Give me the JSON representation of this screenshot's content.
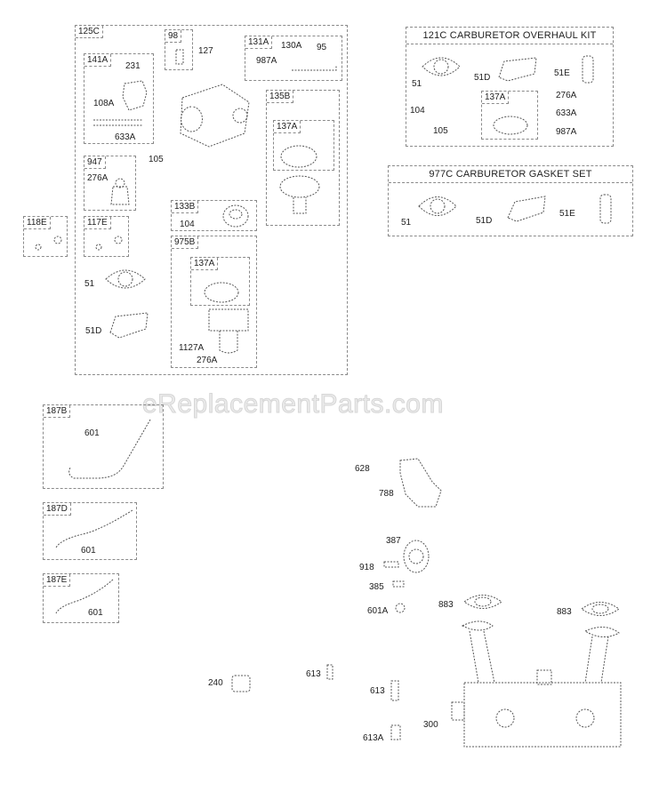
{
  "watermark": "eReplacementParts.com",
  "groups": {
    "g125C": {
      "tag": "125C"
    },
    "g141A": {
      "tag": "141A",
      "labels": [
        "231",
        "108A",
        "633A"
      ]
    },
    "g98": {
      "tag": "98"
    },
    "g131A": {
      "tag": "131A",
      "labels": [
        "130A",
        "95",
        "987A"
      ]
    },
    "g135B": {
      "tag": "135B"
    },
    "g137A_135B": {
      "tag": "137A"
    },
    "g947": {
      "tag": "947",
      "labels": [
        "276A"
      ]
    },
    "g117E": {
      "tag": "117E"
    },
    "g118E": {
      "tag": "118E"
    },
    "g133B": {
      "tag": "133B",
      "labels": [
        "104"
      ]
    },
    "g975B": {
      "tag": "975B",
      "labels": [
        "1127A",
        "276A"
      ]
    },
    "g137A_975B": {
      "tag": "137A"
    },
    "g125C_loose": {
      "labels": [
        "127",
        "105",
        "51",
        "51D"
      ]
    },
    "g121C": {
      "title": "121C CARBURETOR OVERHAUL KIT",
      "labels": [
        "51",
        "51D",
        "51E",
        "104",
        "105",
        "276A",
        "633A",
        "987A"
      ]
    },
    "g137A_121C": {
      "tag": "137A"
    },
    "g977C": {
      "title": "977C CARBURETOR GASKET SET",
      "labels": [
        "51",
        "51D",
        "51E"
      ]
    },
    "g187B": {
      "tag": "187B",
      "labels": [
        "601"
      ]
    },
    "g187D": {
      "tag": "187D",
      "labels": [
        "601"
      ]
    },
    "g187E": {
      "tag": "187E",
      "labels": [
        "601"
      ]
    }
  },
  "loose_parts": {
    "p628": "628",
    "p788": "788",
    "p387": "387",
    "p918": "918",
    "p385": "385",
    "p601A": "601A",
    "p883a": "883",
    "p883b": "883",
    "p240": "240",
    "p613a": "613",
    "p613b": "613",
    "p613A": "613A",
    "p300": "300"
  }
}
